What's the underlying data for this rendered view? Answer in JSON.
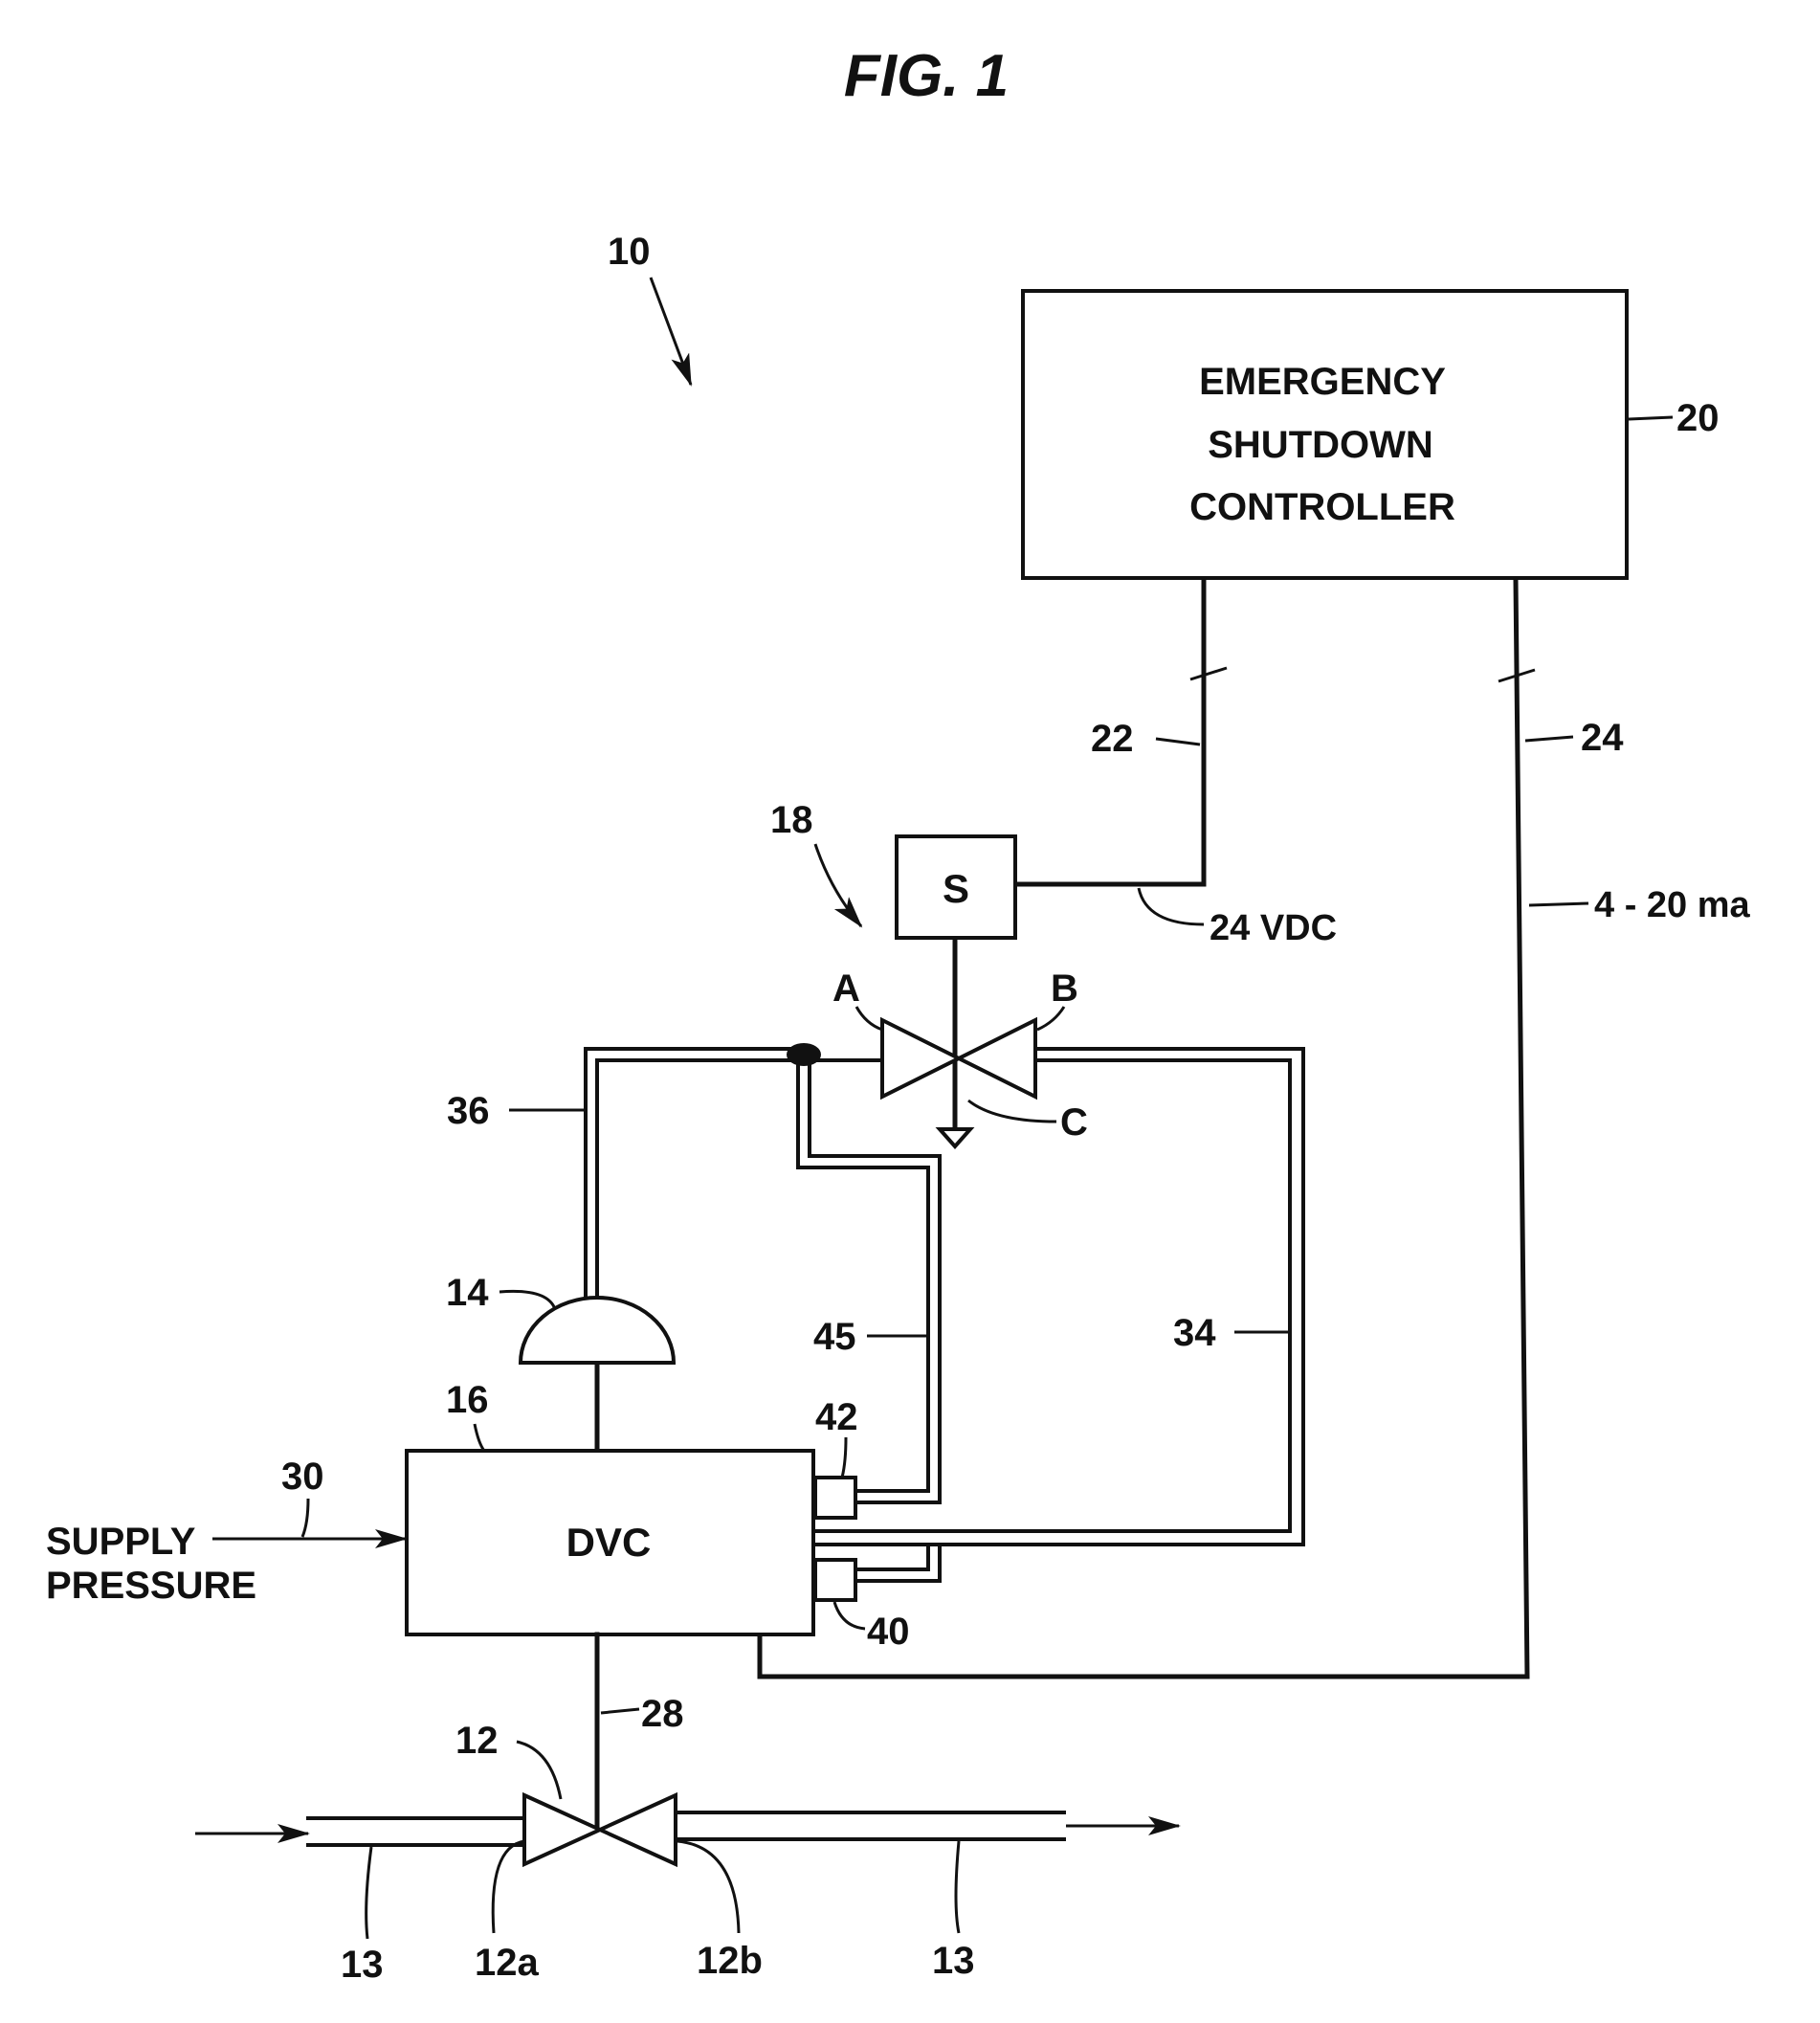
{
  "figure": {
    "title": "FIG. 1"
  },
  "blocks": {
    "esd_line1": "EMERGENCY",
    "esd_line2": "SHUTDOWN",
    "esd_line3": "CONTROLLER",
    "solenoid": "S",
    "dvc": "DVC"
  },
  "annotations": {
    "supply_line1": "SUPPLY",
    "supply_line2": "PRESSURE",
    "vdc": "24 VDC",
    "ma": "4 - 20 ma"
  },
  "ports": {
    "a": "A",
    "b": "B",
    "c": "C"
  },
  "refs": {
    "r10": "10",
    "r20": "20",
    "r22": "22",
    "r24": "24",
    "r18": "18",
    "r36": "36",
    "r14": "14",
    "r45": "45",
    "r34": "34",
    "r16": "16",
    "r42": "42",
    "r30": "30",
    "r40": "40",
    "r28": "28",
    "r12": "12",
    "r13a": "13",
    "r12a": "12a",
    "r12b": "12b",
    "r13b": "13"
  }
}
